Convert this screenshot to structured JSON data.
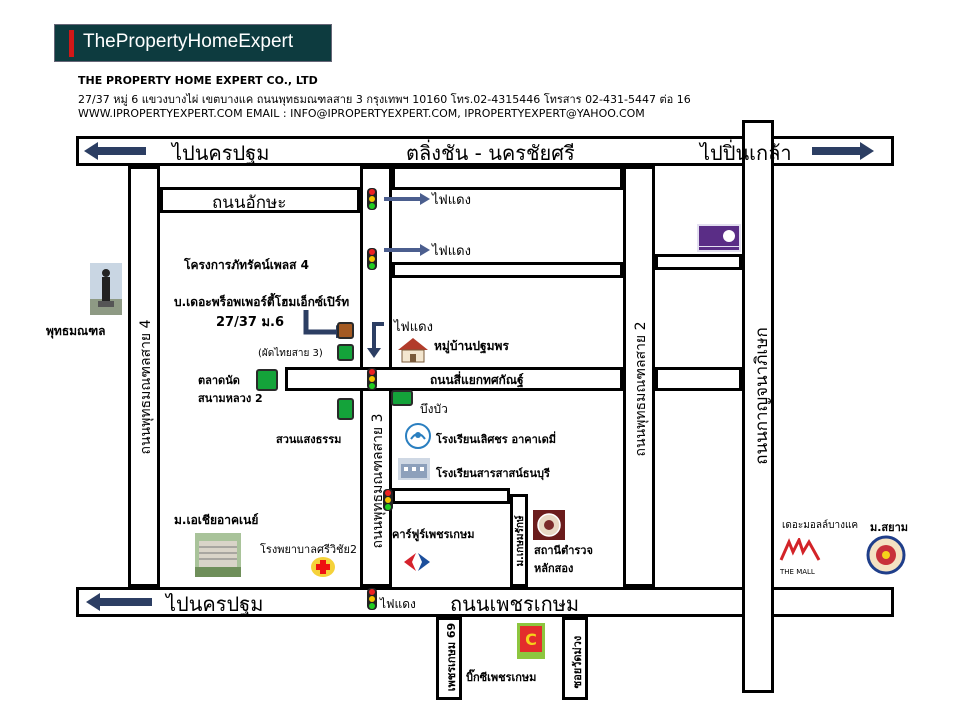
{
  "header": {
    "logo_text": "ThePropertyHomeExpert",
    "company_name": "THE PROPERTY HOME EXPERT CO., LTD",
    "address": "27/37 หมู่ 6 แขวงบางไผ่ เขตบางแค ถนนพุทธมณฑลสาย 3 กรุงเทพฯ 10160 โทร.02-4315446 โทรสาร 02-431-5447 ต่อ 16",
    "web_email": "WWW.IPROPERTYEXPERT.COM  EMAIL : INFO@IPROPERTYEXPERT.COM,  IPROPERTYEXPERT@YAHOO.COM"
  },
  "roads": {
    "top_left": "ไปนครปฐม",
    "top_center": "ตลิ่งชัน - นครชัยศรี",
    "top_right": "ไปปิ่นเกล้า",
    "bottom_left": "ไปนครปฐม",
    "bottom_right": "ถนนเพชรเกษม",
    "aksa": "ถนนอักษะ",
    "saeng": "ถนนสี่แยกทศกัณฐ์",
    "sai4": "ถนนพุทธมณฑลสาย 4",
    "sai3": "ถนนพุทธมณฑลสาย 3",
    "sai2": "ถนนพุทธมณฑลสาย 2",
    "kanchana": "ถนนกาญจนาภิเษก",
    "soi69": "เพชรเกษม 69",
    "soi_roi": "ม.เกษมรักษ์",
    "soi_wat": "ซอยวัดม่วง"
  },
  "labels": {
    "light1": "ไฟแดง",
    "light2": "ไฟแดง",
    "light3": "ไฟแดง",
    "light_bottom": "ไฟแดง",
    "project": "โครงการภัทรัคน์เพลส 4",
    "office_name": "บ.เดอะพร็อพเพอร์ตี้โฮมเอ็กซ์เปิร์ท",
    "office_addr": "27/37 ม.6",
    "phat": "(ผัดไทยสาย 3)",
    "market1": "ตลาดนัด",
    "market2": "สนามหลวง 2",
    "garden": "สวนแสงธรรม",
    "phutthamonthon": "พุทธมณฑล",
    "village": "หมู่บ้านปฐมพร",
    "bueng": "บึงบัว",
    "school1": "โรงเรียนเลิศชร อาคาเดมี่",
    "school2": "โรงเรียนสารสาสน์ธนบุรี",
    "carrefour": "คาร์ฟูร์เพชรเกษม",
    "police1": "สถานีตำรวจ",
    "police2": "หลักสอง",
    "asia": "ม.เอเชียอาคเนย์",
    "hospital": "โรงพยาบาลศรีวิชัย2",
    "mall": "เดอะมอลล์บางแค",
    "mall_logo": "THE MALL",
    "siam": "ม.สยาม",
    "bigc": "บิ๊กซีเพชรเกษม"
  },
  "colors": {
    "arrow": "#2c3e63",
    "marker_green": "#14a33a",
    "marker_brown": "#a45a22",
    "logo_bg": "#0d3b3f",
    "logo_bar": "#d01818"
  }
}
